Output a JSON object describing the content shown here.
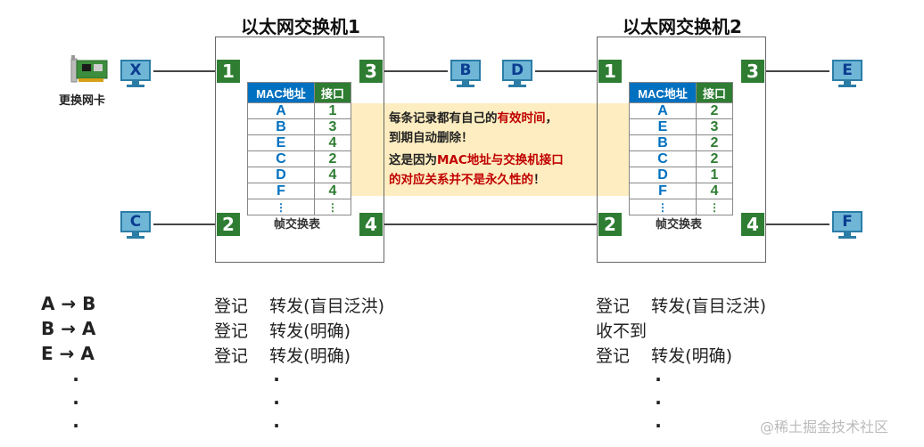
{
  "switch1": {
    "title": "以太网交换机1",
    "ports": [
      "1",
      "2",
      "3",
      "4"
    ],
    "table_header": {
      "mac": "MAC地址",
      "port": "接口"
    },
    "rows": [
      {
        "mac": "A",
        "port": "1"
      },
      {
        "mac": "B",
        "port": "3"
      },
      {
        "mac": "E",
        "port": "4"
      },
      {
        "mac": "C",
        "port": "2"
      },
      {
        "mac": "D",
        "port": "4"
      },
      {
        "mac": "F",
        "port": "4"
      },
      {
        "mac": "⋮",
        "port": "⋮"
      }
    ],
    "table_label": "帧交换表"
  },
  "switch2": {
    "title": "以太网交换机2",
    "ports": [
      "1",
      "2",
      "3",
      "4"
    ],
    "table_header": {
      "mac": "MAC地址",
      "port": "接口"
    },
    "rows": [
      {
        "mac": "A",
        "port": "2"
      },
      {
        "mac": "E",
        "port": "3"
      },
      {
        "mac": "B",
        "port": "2"
      },
      {
        "mac": "C",
        "port": "2"
      },
      {
        "mac": "D",
        "port": "1"
      },
      {
        "mac": "F",
        "port": "4"
      },
      {
        "mac": "⋮",
        "port": "⋮"
      }
    ],
    "table_label": "帧交换表"
  },
  "hosts": {
    "X": "X",
    "C": "C",
    "B": "B",
    "D": "D",
    "E": "E",
    "F": "F"
  },
  "nic_label": "更换网卡",
  "note": {
    "l1_a": "每条记录都有自己的",
    "l1_b": "有效时间",
    "l1_c": "，",
    "l2": "到期自动删除！",
    "l3_a": "这是因为",
    "l3_b": "MAC地址与交换机接口",
    "l4_b": "的对应关系并不是永久性的",
    "l4_c": "！"
  },
  "flows": [
    {
      "label": "A → B",
      "sw1": "登记    转发(盲目泛洪)",
      "sw2": "登记    转发(盲目泛洪)"
    },
    {
      "label": "B → A",
      "sw1": "登记    转发(明确)",
      "sw2": "收不到"
    },
    {
      "label": "E → A",
      "sw1": "登记    转发(明确)",
      "sw2": "登记    转发(明确)"
    }
  ],
  "dots": "·",
  "watermark": "@稀土掘金技术社区",
  "colors": {
    "port": "#2e7d32",
    "mac_header": "#0070c0",
    "highlight": "#c00000",
    "band": "#fde9b0"
  }
}
